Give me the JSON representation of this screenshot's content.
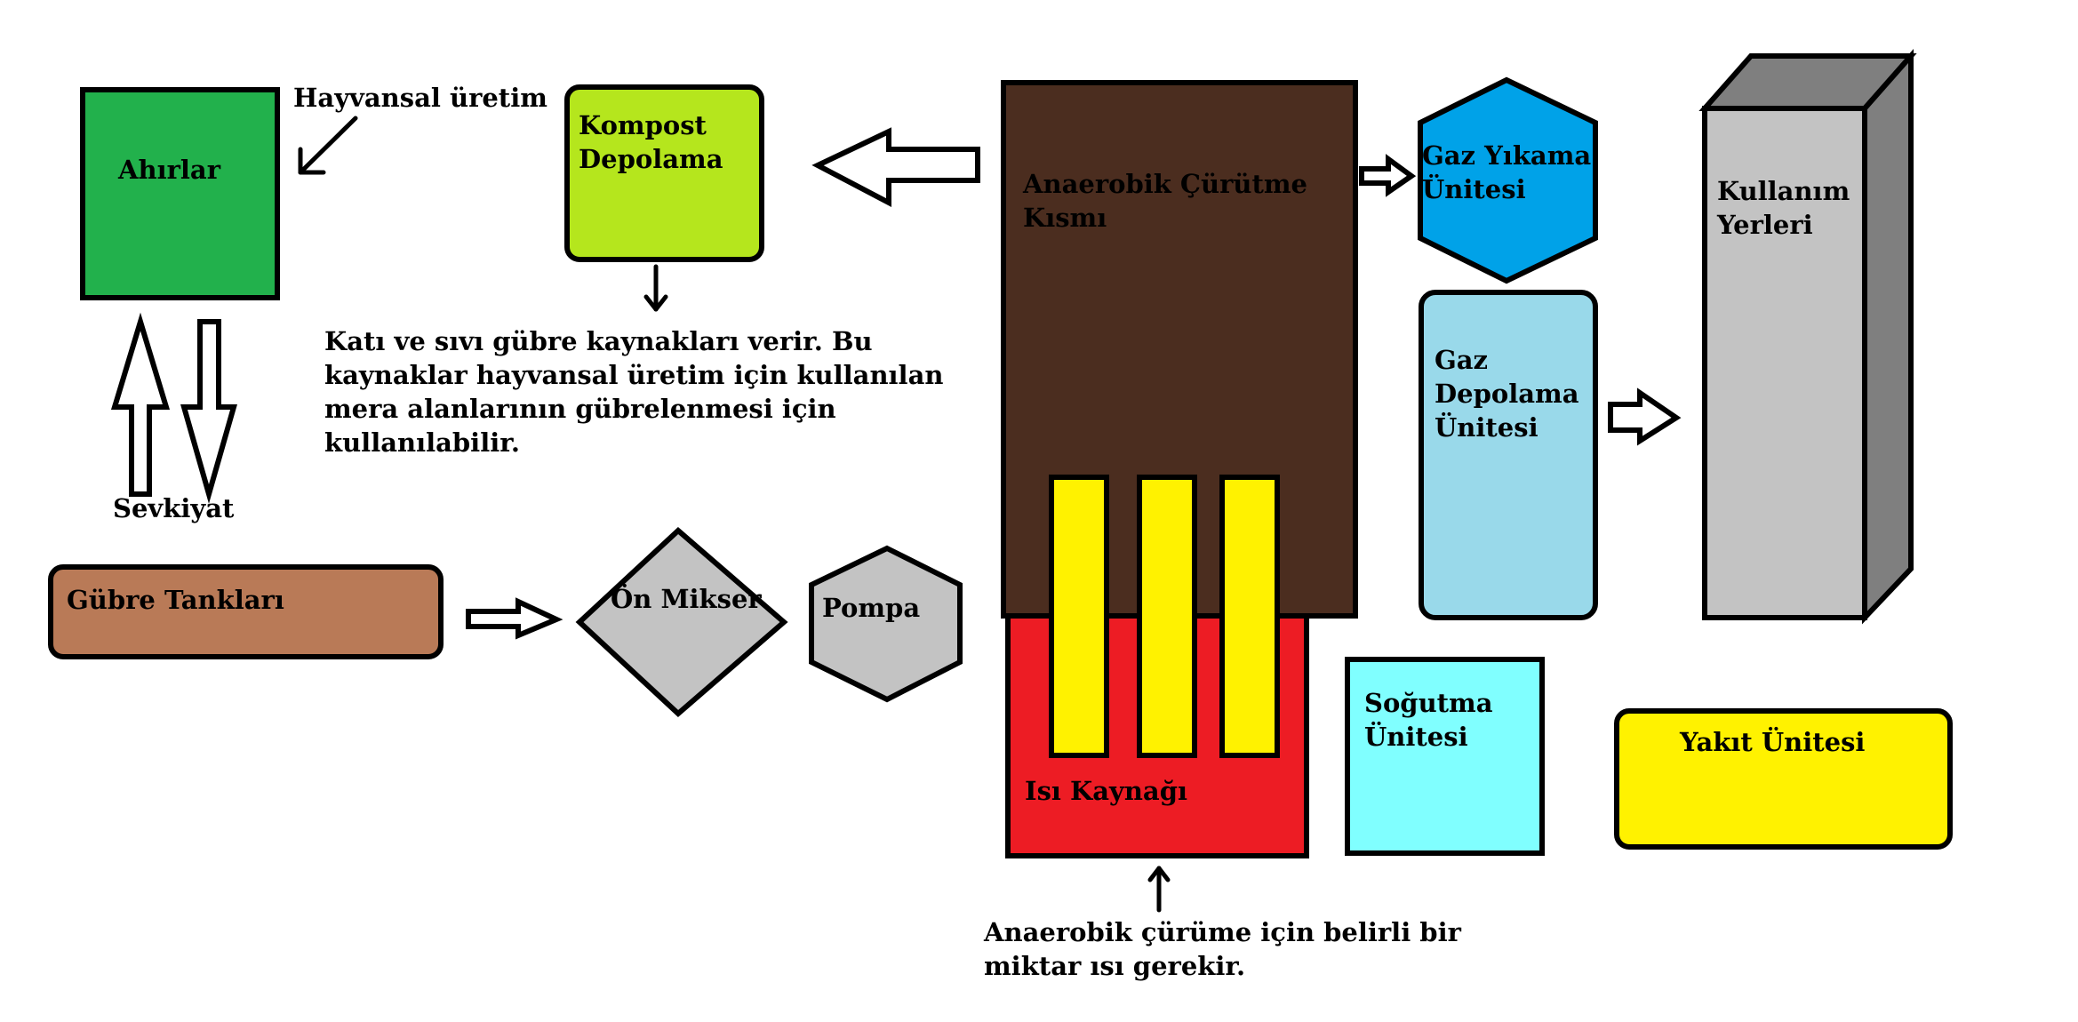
{
  "diagram": {
    "nodes": {
      "ahirlar": "Ahırlar",
      "kompost": "Kompost\nDepolama",
      "anaerobik": "Anaerobik Çürütme\nKısmı",
      "gaz_yikama": "Gaz Yıkama\nÜnitesi",
      "kullanim": "Kullanım\nYerleri",
      "gaz_depolama": "Gaz\nDepolama\nÜnitesi",
      "gubre_tanklari": "Gübre Tankları",
      "on_mikser": "Ön Mikser",
      "pompa": "Pompa",
      "isi_kaynagi": "Isı Kaynağı",
      "sogutma": "Soğutma\nÜnitesi",
      "yakit": "Yakıt Ünitesi"
    },
    "annotations": {
      "hayvansal": "Hayvansal üretim",
      "sevkiyat": "Sevkiyat",
      "kati_sivi": "Katı ve sıvı gübre kaynakları verir. Bu\nkaynaklar hayvansal üretim için kullanılan\nmera alanlarının gübrelenmesi için\nkullanılabilir.",
      "isi_note": "Anaerobik çürüme için belirli bir\nmiktar ısı gerekir."
    },
    "colors": {
      "ahirlar": "#22b14c",
      "kompost": "#b5e61d",
      "anaerobik": "#4b2d1f",
      "gaz_yikama": "#00a2e8",
      "kullanim_front": "#c3c3c3",
      "kullanim_side": "#7f7f7f",
      "gaz_depolama": "#99d9ea",
      "gubre_tanklari": "#b97a57",
      "on_mikser": "#c3c3c3",
      "pompa": "#c3c3c3",
      "isi_kaynagi": "#ed1c24",
      "heater_bars": "#fff200",
      "sogutma": "#80ffff",
      "yakit": "#fff200",
      "outline": "#000000"
    }
  }
}
